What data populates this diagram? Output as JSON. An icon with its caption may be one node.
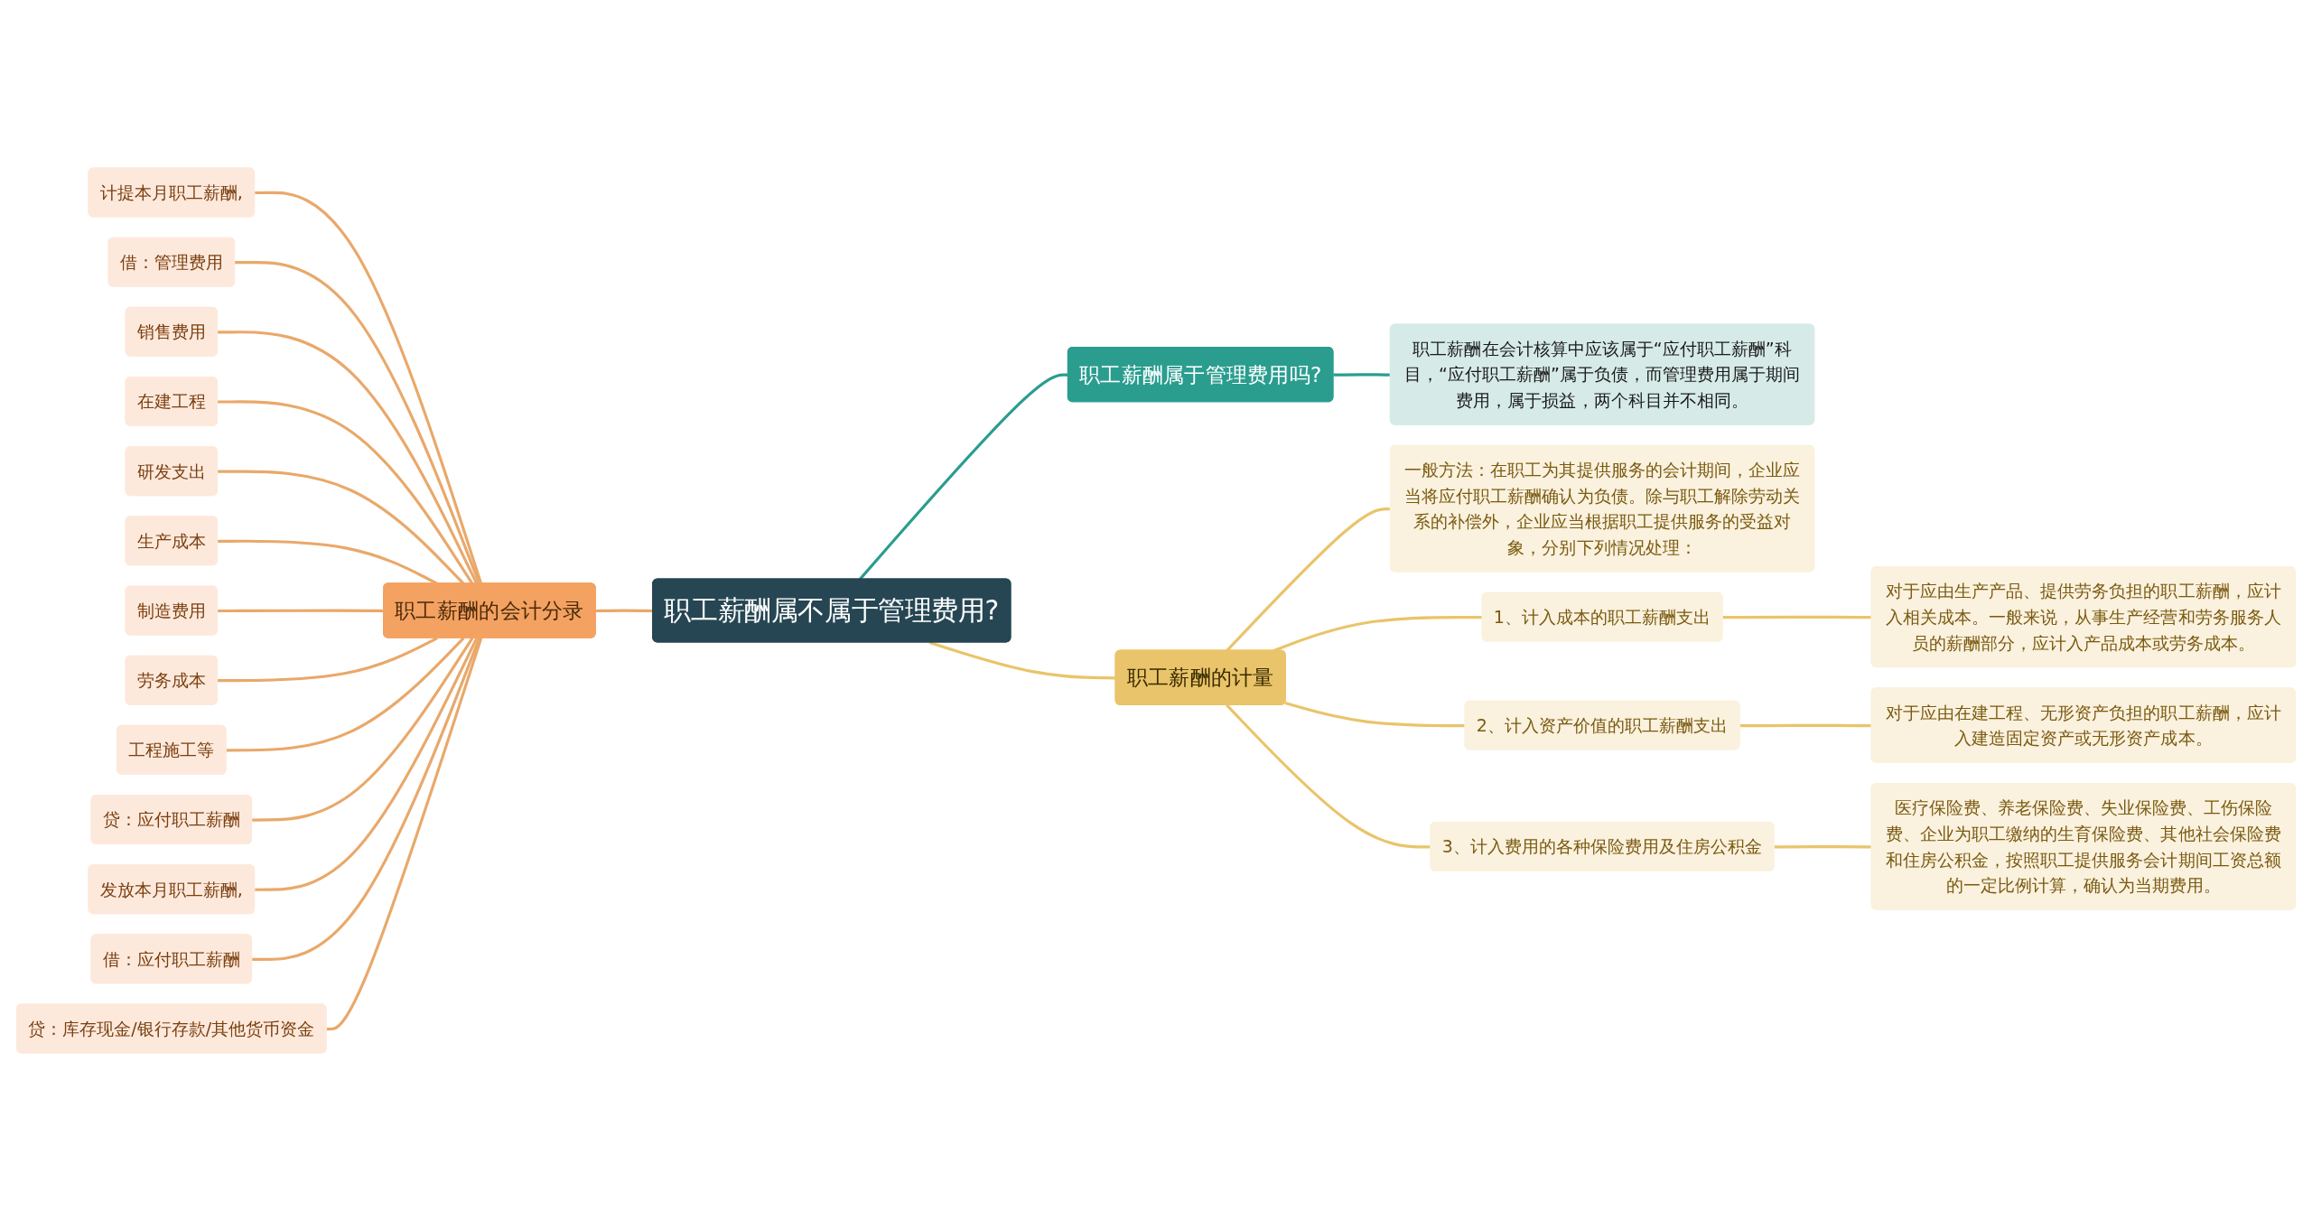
{
  "diagram": {
    "nodes": [
      {
        "text": [
          "职工薪酬属不属于管理费用?"
        ]
      },
      {
        "text": [
          "职工薪酬的会计分录"
        ]
      },
      {
        "text": [
          "计提本月职工薪酬,"
        ]
      },
      {
        "text": [
          "借：管理费用"
        ]
      },
      {
        "text": [
          "销售费用"
        ]
      },
      {
        "text": [
          "在建工程"
        ]
      },
      {
        "text": [
          "研发支出"
        ]
      },
      {
        "text": [
          "生产成本"
        ]
      },
      {
        "text": [
          "制造费用"
        ]
      },
      {
        "text": [
          "劳务成本"
        ]
      },
      {
        "text": [
          "工程施工等"
        ]
      },
      {
        "text": [
          "贷：应付职工薪酬"
        ]
      },
      {
        "text": [
          "发放本月职工薪酬,"
        ]
      },
      {
        "text": [
          "借：应付职工薪酬"
        ]
      },
      {
        "text": [
          "贷：库存现金/银行存款/其他货币资金"
        ]
      },
      {
        "text": [
          "职工薪酬属于管理费用吗?"
        ]
      },
      {
        "text": [
          "职工薪酬在会计核算中应该属于“应付职工薪酬”科目，“应付职工薪酬”属于负债，而管理费用属于期间费用，属于损益，两个科目并不相同。"
        ]
      },
      {
        "text": [
          "职工薪酬的计量"
        ]
      },
      {
        "text": [
          "一般方法：在职工为其提供服务的会计期间，企业应当将应付职工薪酬确认为负债。除与职工解除劳动关系的补偿外，企业应当根据职工提供服务的受益对象，分别下列情况处理："
        ]
      },
      {
        "text": [
          "1、计入成本的职工薪酬支出"
        ]
      },
      {
        "text": [
          "对于应由生产产品、提供劳务负担的职工薪酬，应计入相关成本。一般来说，从事生产经营和劳务服务人员的薪酬部分，应计入产品成本或劳务成本。"
        ]
      },
      {
        "text": [
          "2、计入资产价值的职工薪酬支出"
        ]
      },
      {
        "text": [
          "对于应由在建工程、无形资产负担的职工薪酬，应计入建造固定资产或无形资产成本。"
        ]
      },
      {
        "text": [
          "3、计入费用的各种保险费用及住房公积金"
        ]
      },
      {
        "text": [
          "医疗保险费、养老保险费、失业保险费、工伤保险费、企业为职工缴纳的生育保险费、其他社会保险费和住房公积金，按照职工提供服务会计期间工资总额的一定比例计算，确认为当期费用。"
        ]
      }
    ],
    "edges": [
      {
        "from": 0,
        "to": 1,
        "arrow": "none"
      },
      {
        "from": 1,
        "to": 2,
        "arrow": "none"
      },
      {
        "from": 1,
        "to": 3,
        "arrow": "none"
      },
      {
        "from": 1,
        "to": 4,
        "arrow": "none"
      },
      {
        "from": 1,
        "to": 5,
        "arrow": "none"
      },
      {
        "from": 1,
        "to": 6,
        "arrow": "none"
      },
      {
        "from": 1,
        "to": 7,
        "arrow": "none"
      },
      {
        "from": 1,
        "to": 8,
        "arrow": "none"
      },
      {
        "from": 1,
        "to": 9,
        "arrow": "none"
      },
      {
        "from": 1,
        "to": 10,
        "arrow": "none"
      },
      {
        "from": 1,
        "to": 11,
        "arrow": "none"
      },
      {
        "from": 1,
        "to": 12,
        "arrow": "none"
      },
      {
        "from": 1,
        "to": 13,
        "arrow": "none"
      },
      {
        "from": 1,
        "to": 14,
        "arrow": "none"
      },
      {
        "from": 0,
        "to": 15,
        "arrow": "none",
        "color": "#2a9d8f"
      },
      {
        "from": 15,
        "to": 16,
        "arrow": "none",
        "color": "#2a9d8f"
      },
      {
        "from": 0,
        "to": 17,
        "arrow": "none",
        "color": "#e9c46a"
      },
      {
        "from": 17,
        "to": 18,
        "arrow": "none",
        "color": "#e9c46a"
      },
      {
        "from": 17,
        "to": 19,
        "arrow": "none",
        "color": "#e9c46a"
      },
      {
        "from": 19,
        "to": 20,
        "arrow": "none",
        "color": "#e9c46a"
      },
      {
        "from": 17,
        "to": 21,
        "arrow": "none",
        "color": "#e9c46a"
      },
      {
        "from": 21,
        "to": 22,
        "arrow": "none",
        "color": "#e9c46a"
      },
      {
        "from": 17,
        "to": 23,
        "arrow": "none",
        "color": "#e9c46a"
      },
      {
        "from": 23,
        "to": 24,
        "arrow": "none",
        "color": "#e9c46a"
      }
    ]
  }
}
